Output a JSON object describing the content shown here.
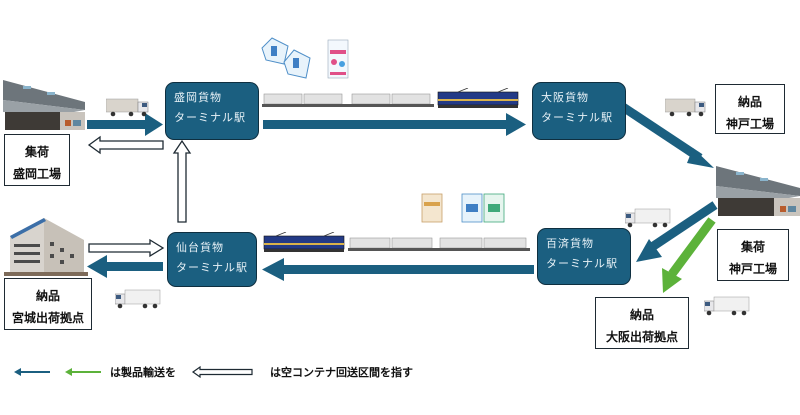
{
  "colors": {
    "product_transport": "#1b5f80",
    "product_transport_direct": "#5cb23a",
    "empty_container": "#ffffff",
    "station_fill": "#1b5f80",
    "station_text": "#e8f2f7"
  },
  "stations": {
    "morioka": {
      "line1": "盛岡貨物",
      "line2": "ターミナル駅"
    },
    "osaka": {
      "line1": "大阪貨物",
      "line2": "ターミナル駅"
    },
    "kudara": {
      "line1": "百済貨物",
      "line2": "ターミナル駅"
    },
    "sendai": {
      "line1": "仙台貨物",
      "line2": "ターミナル駅"
    }
  },
  "facilities": {
    "morioka_plant": {
      "line1": "集荷",
      "line2": "盛岡工場"
    },
    "kobe_delivery": {
      "line1": "納品",
      "line2": "神戸工場"
    },
    "kobe_plant": {
      "line1": "集荷",
      "line2": "神戸工場"
    },
    "osaka_hub": {
      "line1": "納品",
      "line2": "大阪出荷拠点"
    },
    "miyagi_hub": {
      "line1": "納品",
      "line2": "宮城出荷拠点"
    }
  },
  "images": {
    "factory": "factory-building",
    "warehouse": "warehouse-building",
    "truck": "truck",
    "freight_train": "freight-train",
    "products_northbound": "product-packs",
    "products_southbound": "product-cartons"
  },
  "legend": {
    "product_text": "は製品輸送を",
    "empty_text": "は空コンテナ回送区間を指す"
  }
}
